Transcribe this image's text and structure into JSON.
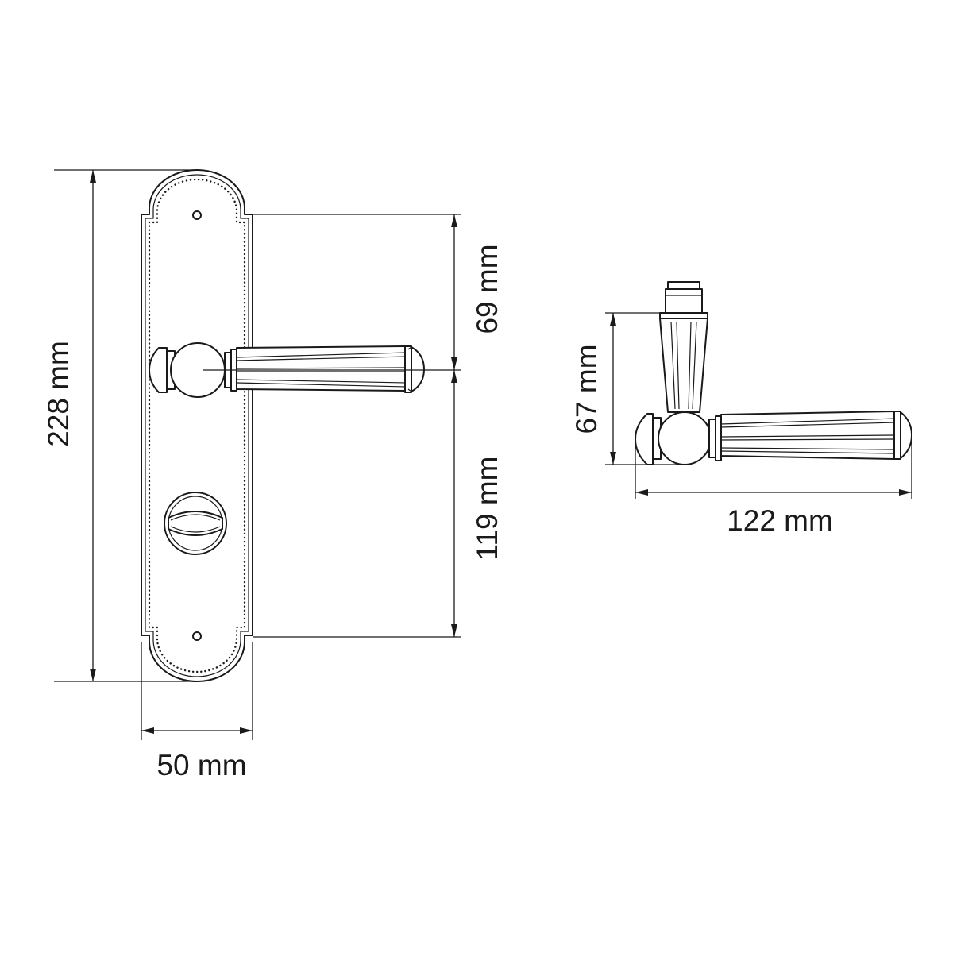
{
  "dimensions": {
    "plate_height": "228 mm",
    "plate_width": "50 mm",
    "upper_screw_to_spindle": "69 mm",
    "spindle_to_lower_screw": "119 mm",
    "side_height": "67 mm",
    "lever_projection": "122 mm"
  }
}
